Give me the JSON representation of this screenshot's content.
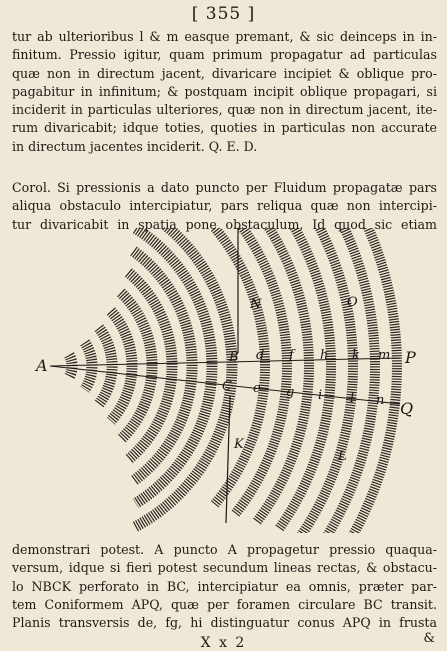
{
  "page_number": "[ 355 ]",
  "paragraph_1": [
    "tur ab ulterioribus l & m easque premant, & sic deinceps in in-",
    "finitum.  Pressio igitur, quam primum propagatur ad particulas",
    "quæ non in directum jacent, divaricare incipiet & oblique pro-",
    "pagabitur in infinitum;  & postquam incipit oblique propagari, si",
    "inciderit in particulas ulteriores, quæ non in directum jacent, ite-",
    "rum divaricabit; idque toties, quoties in particulas non accurate",
    "in directum jacentes inciderit.  Q. E. D."
  ],
  "paragraph_2": [
    "Corol.  Si pressionis a dato puncto per Fluidum propagatæ pars",
    "aliqua obstaculo intercipiatur, pars reliqua quæ non intercipi-",
    "tur divaricabit in spatia pone obstaculum.  Id quod sic etiam"
  ],
  "paragraph_3": [
    "demonstrari potest.  A puncto A propagetur pressio quaqua-",
    "versum, idque si fieri potest secundum lineas rectas, & obstacu-",
    "lo NBCK perforato in BC, intercipiatur ea omnis, præter par-",
    "tem Coniformem APQ, quæ per foramen circulare BC transit.",
    "Planis transversis de, fg, hi distinguatur conus APQ in frusta"
  ],
  "figure": {
    "labels": {
      "A": "A",
      "N": "N",
      "O": "O",
      "B": "B",
      "C": "C",
      "K": "K",
      "L": "L",
      "P": "P",
      "Q": "Q",
      "d": "d",
      "e": "e",
      "f": "f",
      "g": "g",
      "h": "h",
      "i": "i",
      "k": "k",
      "l": "l",
      "m": "m",
      "n": "n"
    }
  },
  "signature": "X x 2",
  "catchword": "&"
}
